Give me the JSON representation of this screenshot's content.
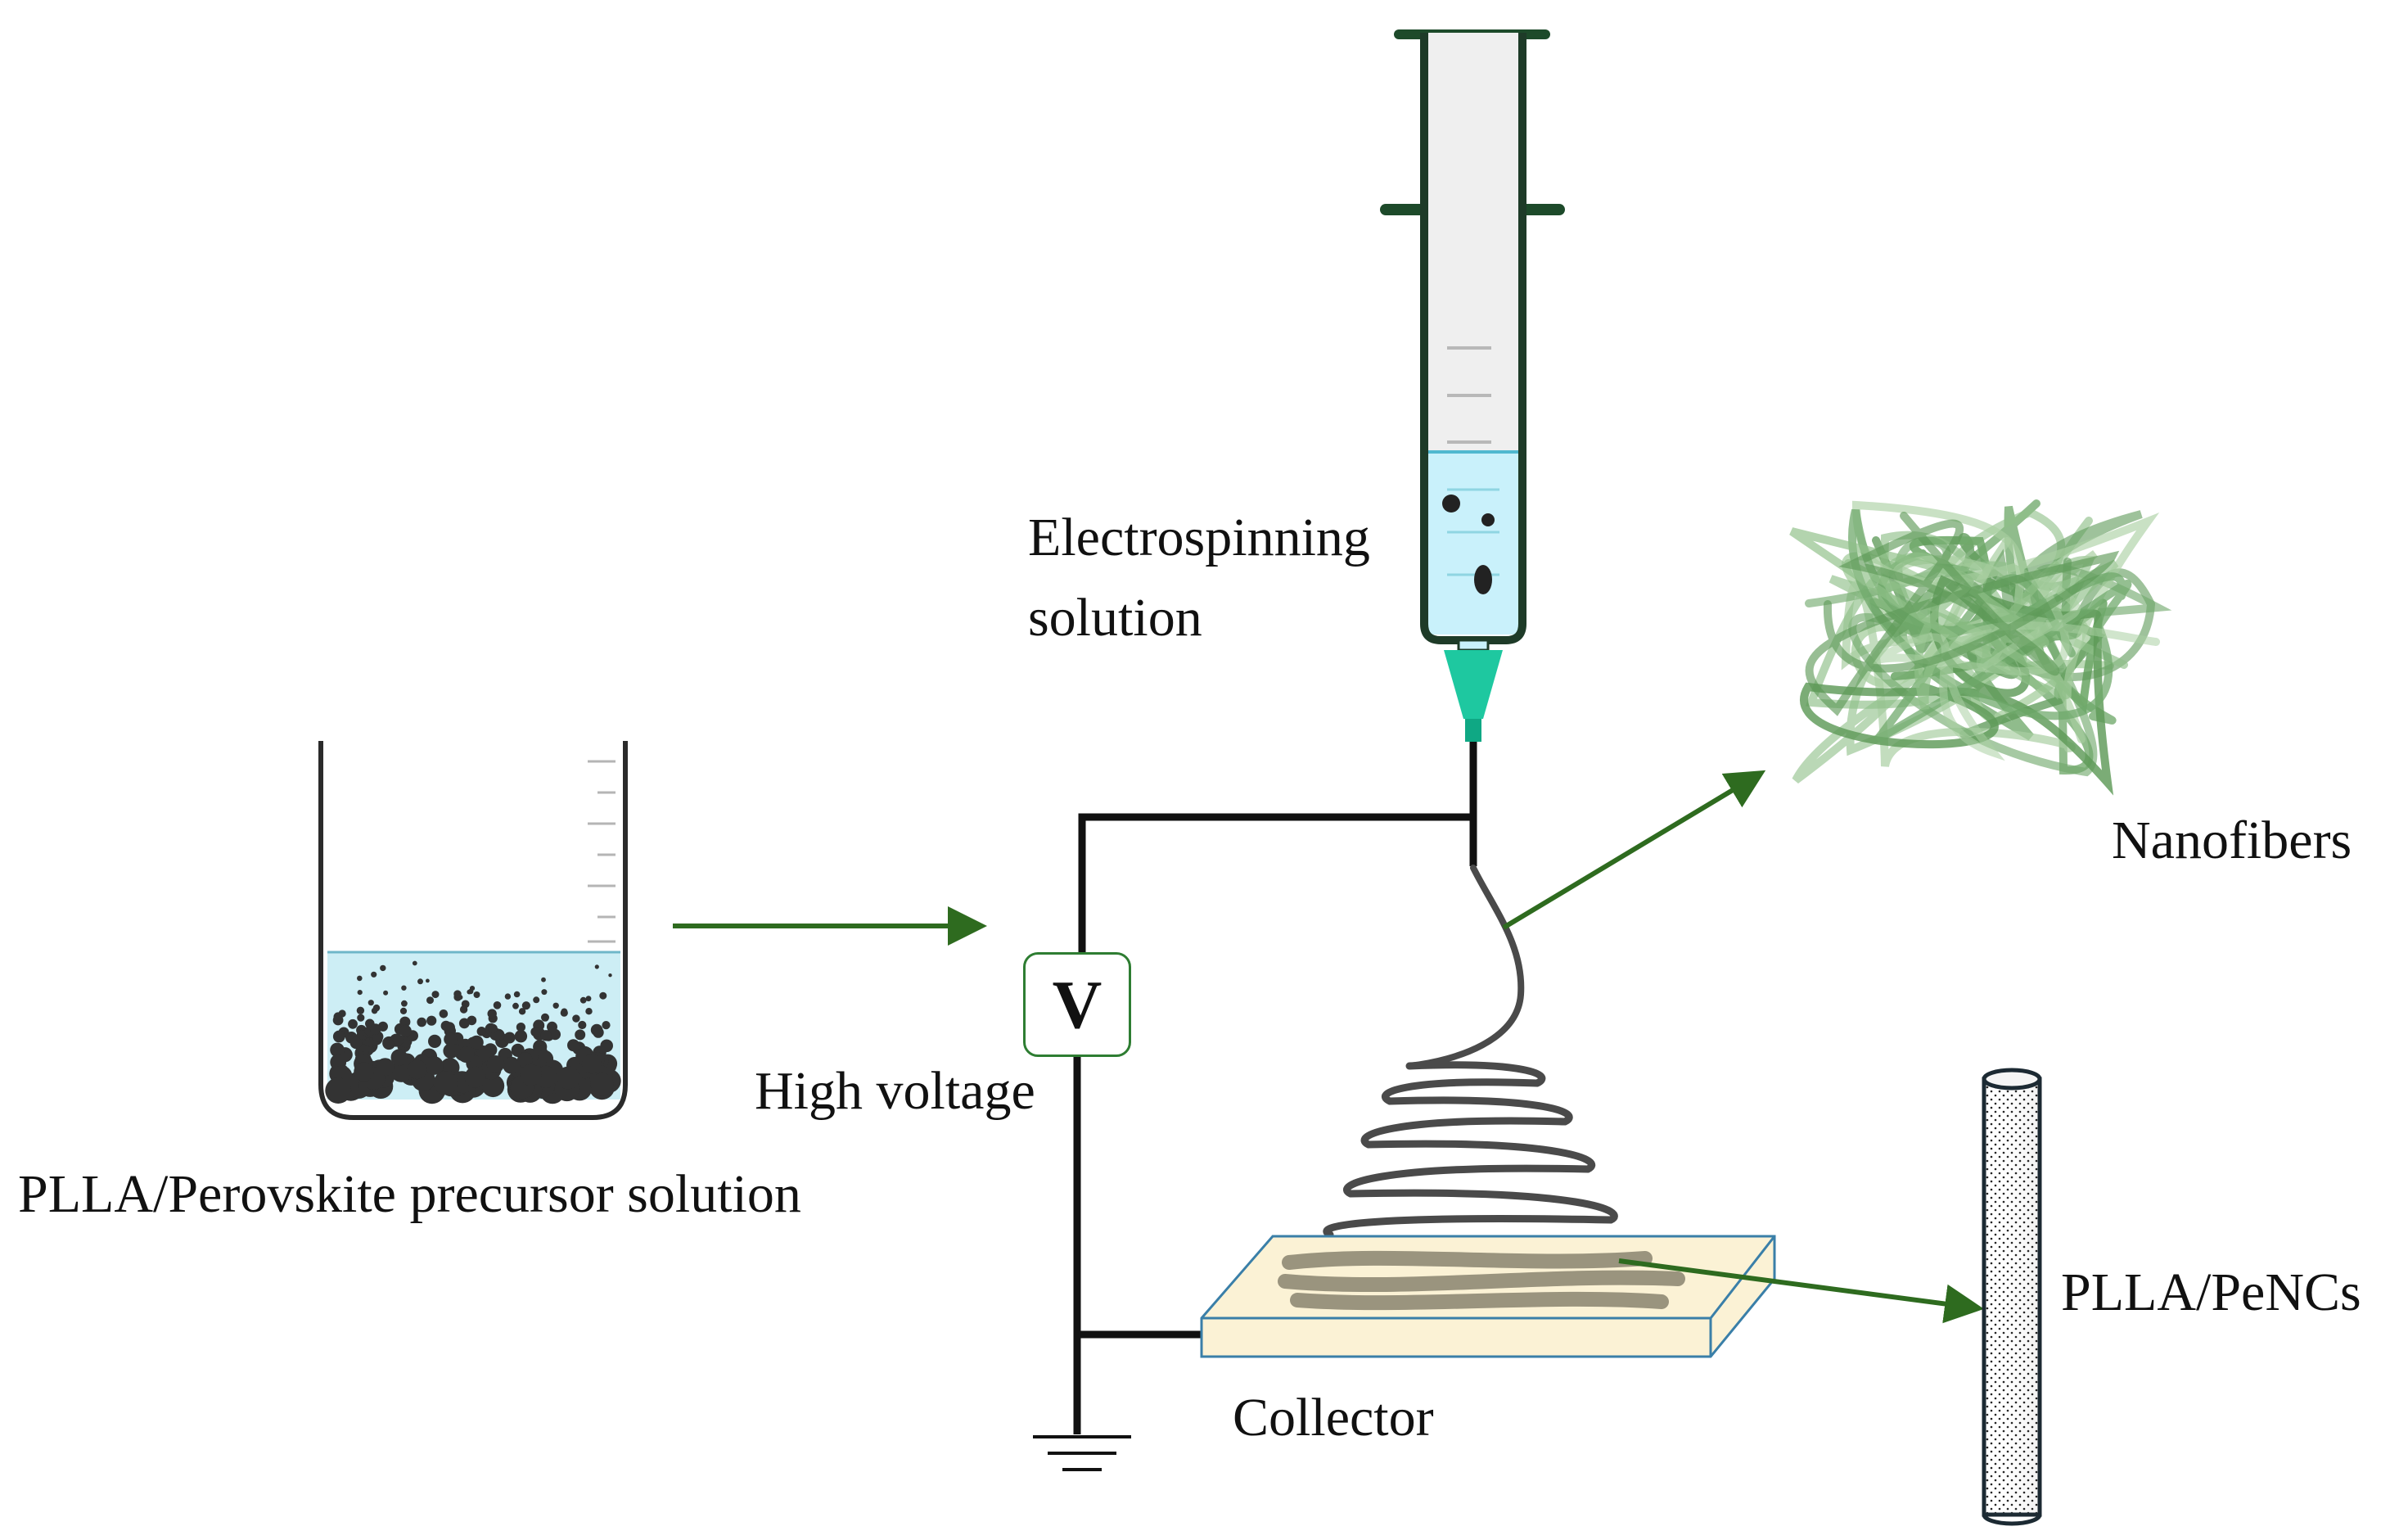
{
  "labels": {
    "precursor": "PLLA/Perovskite precursor solution",
    "voltage_symbol": "V",
    "high_voltage": "High voltage",
    "electrospinning_line1": "Electrospinning",
    "electrospinning_line2": "solution",
    "nanofibers": "Nanofibers",
    "collector": "Collector",
    "product": "PLLA/PeNCs"
  },
  "colors": {
    "arrow": "#2e6b1f",
    "solution": "#cdeef5",
    "particle": "#333333",
    "needle_hub": "#1ec8a0",
    "nanofiber": "#7fb07a",
    "collector_fill": "#fbf2d5",
    "collector_edge": "#3a7fa8",
    "wire": "#111111"
  }
}
